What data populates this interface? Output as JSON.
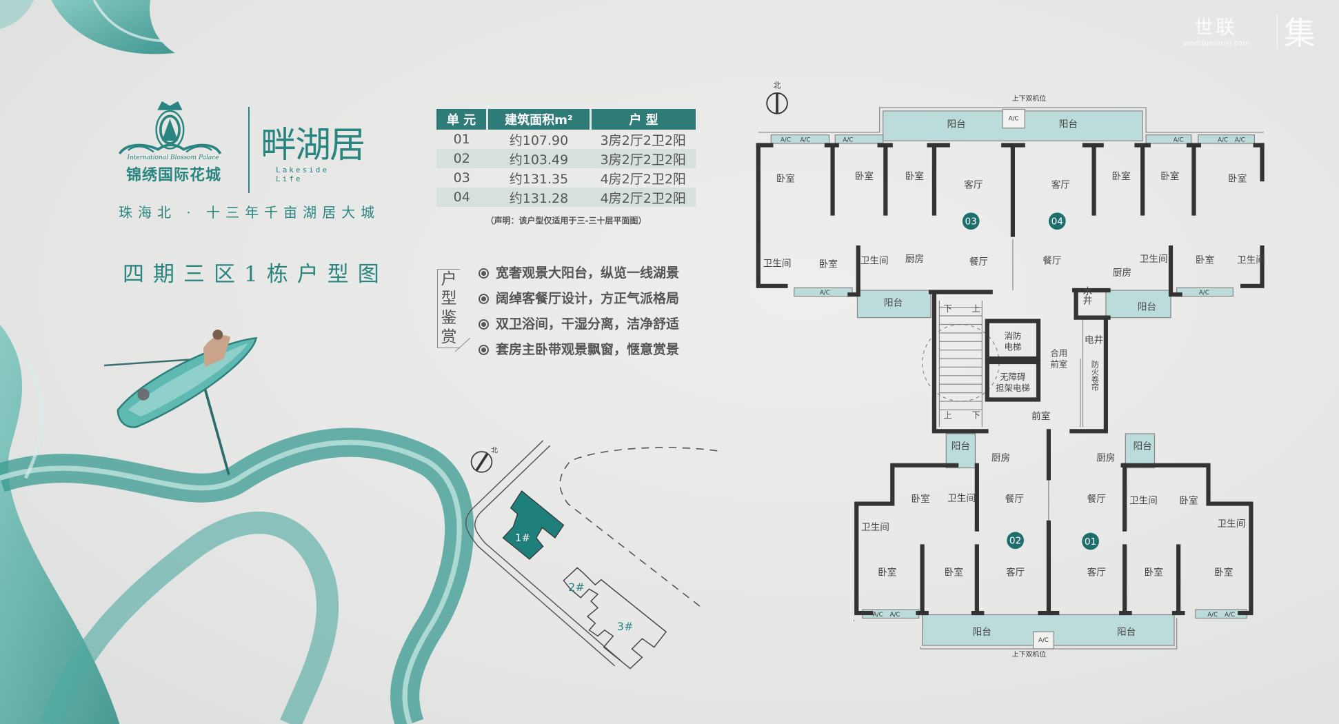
{
  "brand": {
    "logo_en": "International Blossom Palace",
    "logo_cn": "锦绣国际花城",
    "project_cn": "畔湖居",
    "project_en_1": "Lakeside",
    "project_en_2": "Life",
    "tagline": "珠海北 · 十三年千亩湖居大城",
    "title": "四期三区1栋户型图"
  },
  "watermark": {
    "text": "世联",
    "char": "集",
    "url": "worldunionsj.com"
  },
  "colors": {
    "accent": "#2a8580",
    "table_header": "#2e7b78",
    "balcony": "#bcdcdb",
    "wall": "#333333"
  },
  "table": {
    "headers": [
      "单 元",
      "建筑面积m²",
      "户 型"
    ],
    "rows": [
      {
        "unit": "01",
        "area": "约107.90",
        "layout": "3房2厅2卫2阳"
      },
      {
        "unit": "02",
        "area": "约103.49",
        "layout": "3房2厅2卫2阳"
      },
      {
        "unit": "03",
        "area": "约131.35",
        "layout": "4房2厅2卫2阳"
      },
      {
        "unit": "04",
        "area": "约131.28",
        "layout": "4房2厅2卫2阳"
      }
    ],
    "note": "（声明：该户型仅适用于三-三十层平面图）"
  },
  "features": {
    "label": "户型鉴赏",
    "items": [
      "宽奢观景大阳台，纵览一线湖景",
      "阔绰客餐厅设计，方正气派格局",
      "双卫浴间，干湿分离，洁净舒适",
      "套房主卧带观景飘窗，惬意赏景"
    ]
  },
  "site_plan": {
    "north": "北",
    "buildings": [
      "1#",
      "2#",
      "3#"
    ],
    "highlighted": "1#"
  },
  "floorplan": {
    "north": "北",
    "ac_position": "上下双机位",
    "ac": "A/C",
    "units": [
      "01",
      "02",
      "03",
      "04"
    ],
    "rooms": [
      "阳台",
      "阳台",
      "卧室",
      "卧室",
      "卧室",
      "客厅",
      "客厅",
      "卧室",
      "卧室",
      "卧室",
      "卫生间",
      "卧室",
      "卫生间",
      "厨房",
      "餐厅",
      "餐厅",
      "厨房",
      "卫生间",
      "卧室",
      "卫生间",
      "阳台",
      "阳台",
      "水井",
      "电井",
      "前室",
      "防火卷帘",
      "阳台",
      "厨房",
      "厨房",
      "阳台",
      "卧室",
      "卫生间",
      "餐厅",
      "餐厅",
      "卫生间",
      "卧室",
      "卫生间",
      "卫生间",
      "卧室",
      "卧室",
      "客厅",
      "客厅",
      "卧室",
      "卧室",
      "阳台",
      "阳台"
    ],
    "lift1": [
      "消防",
      "电梯"
    ],
    "lift2": [
      "无障碍",
      "担架电梯"
    ],
    "lobby": [
      "合用",
      "前室"
    ],
    "stairs": {
      "down": "下",
      "up": "上"
    }
  }
}
